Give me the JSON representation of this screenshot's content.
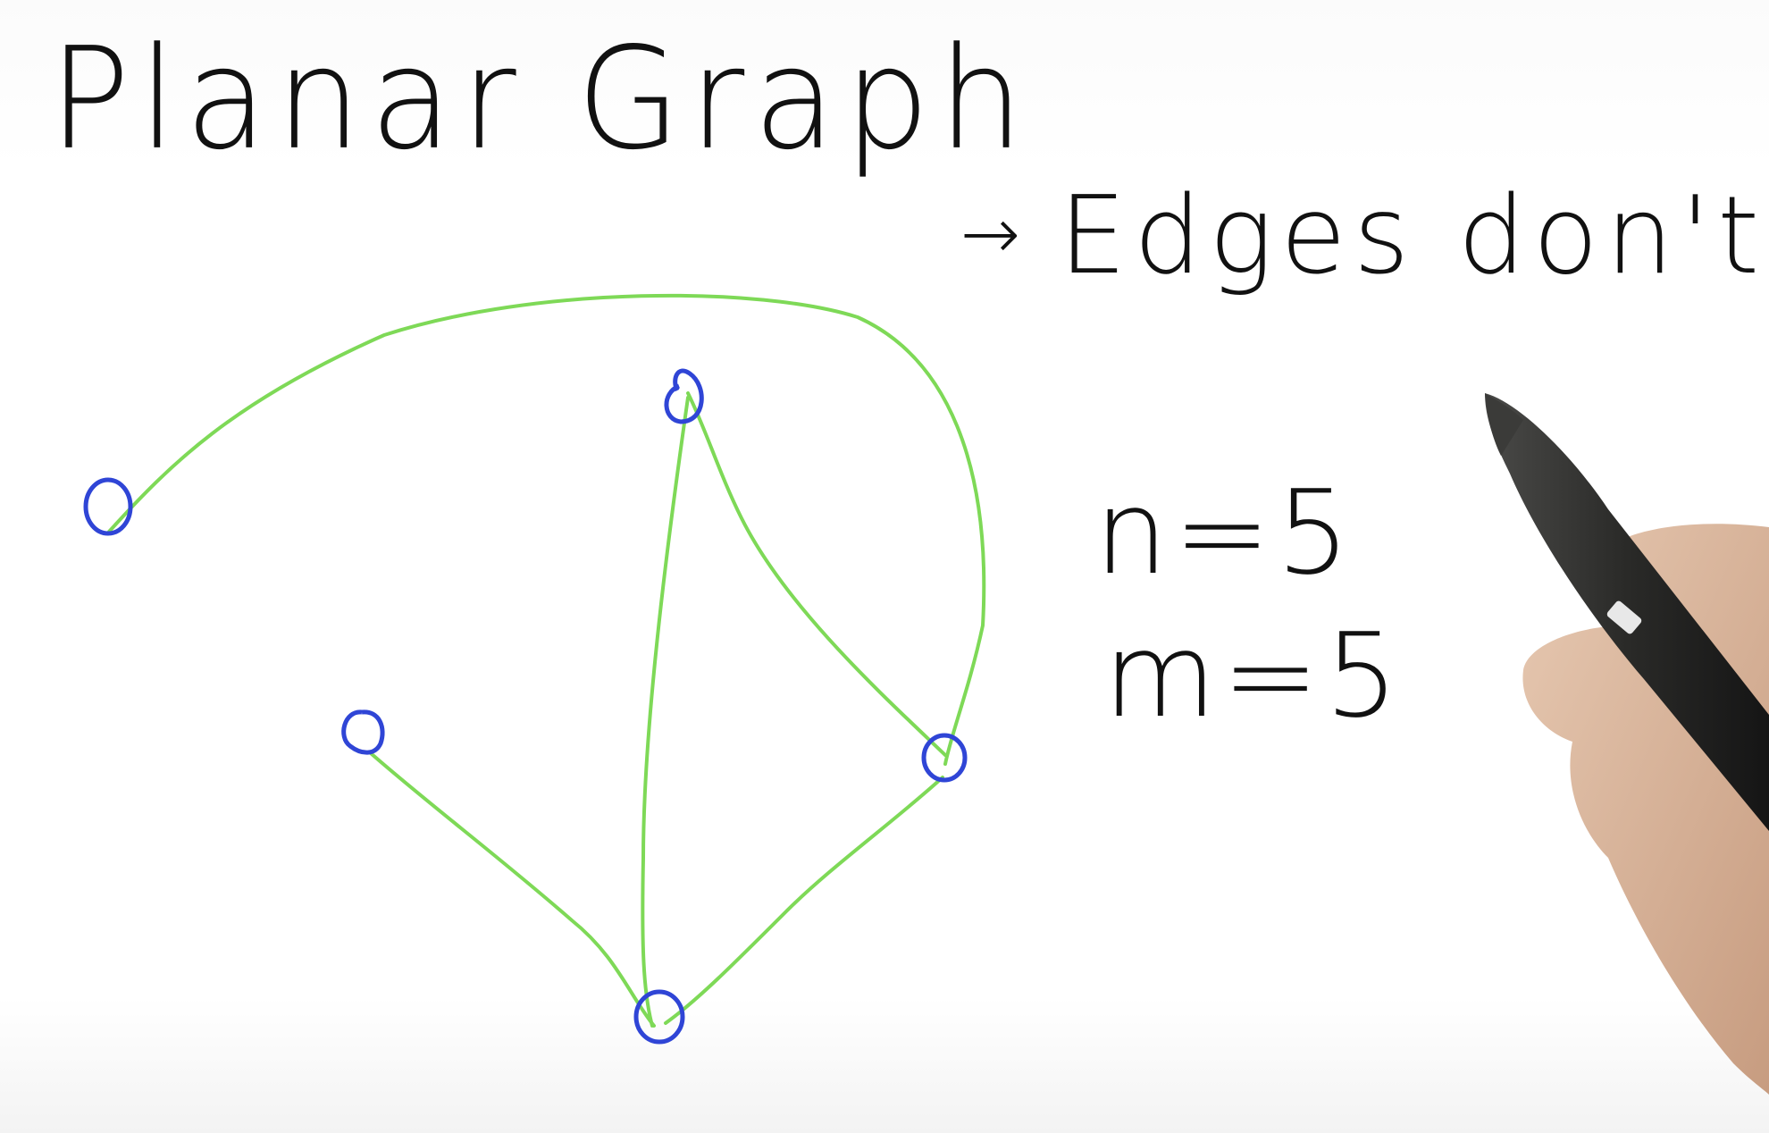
{
  "title": "Planar Graph",
  "note": {
    "arrow": "→",
    "text": "Edges don't cross"
  },
  "equations": {
    "n": {
      "var": "n",
      "op": "=",
      "value": "5"
    },
    "m": {
      "var": "m",
      "op": "=",
      "value": "5"
    }
  },
  "colors": {
    "ink": "#111111",
    "edge": "#7ed957",
    "vertex": "#2f45d6"
  },
  "graph": {
    "vertex_count": 5,
    "edge_count": 5
  }
}
